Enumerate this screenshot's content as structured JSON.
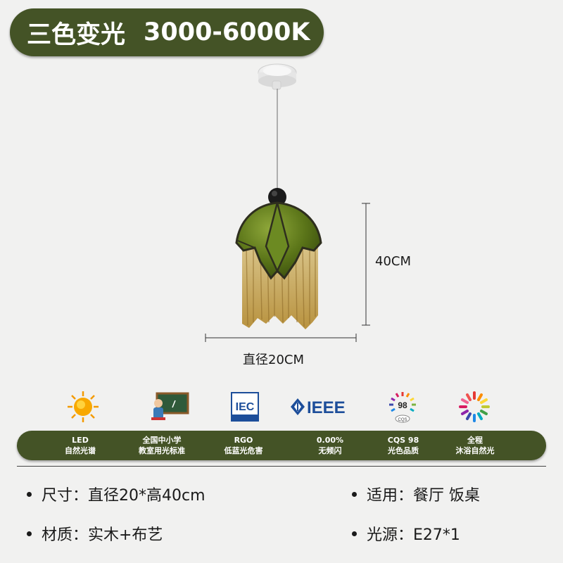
{
  "title": {
    "text1": "三色变光",
    "text2": "3000-6000K"
  },
  "dimensions": {
    "height": "40CM",
    "width": "直径20CM"
  },
  "colors": {
    "olive": "#445326",
    "background": "#f1f1f0"
  },
  "icons": [
    {
      "name": "sun-icon"
    },
    {
      "name": "classroom-icon"
    },
    {
      "name": "iec-logo",
      "text": "IEC"
    },
    {
      "name": "ieee-logo",
      "text": "IEEE"
    },
    {
      "name": "cqs-icon",
      "value": "98",
      "sub": "CQS"
    },
    {
      "name": "color-wheel-icon"
    }
  ],
  "badges": [
    {
      "line1": "LED",
      "line2": "自然光谱"
    },
    {
      "line1": "全国中小学",
      "line2": "教室用光标准"
    },
    {
      "line1": "RGO",
      "line2": "低蓝光危害"
    },
    {
      "line1": "0.00%",
      "line2": "无频闪"
    },
    {
      "line1": "CQS 98",
      "line2": "光色品质"
    },
    {
      "line1": "全程",
      "line2": "沐浴自然光"
    }
  ],
  "specs": {
    "size": "尺寸：直径20*高40cm",
    "usage": "适用：餐厅 饭桌",
    "material": "材质：实木+布艺",
    "light_source": "光源：E27*1"
  }
}
